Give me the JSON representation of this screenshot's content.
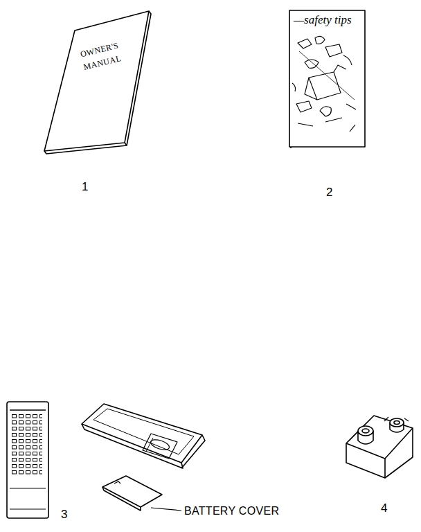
{
  "diagram": {
    "labels": [
      "OWNER'S MANUAL",
      "—safety tips",
      "1",
      "2",
      "3",
      "4",
      "BATTERY COVER"
    ]
  }
}
